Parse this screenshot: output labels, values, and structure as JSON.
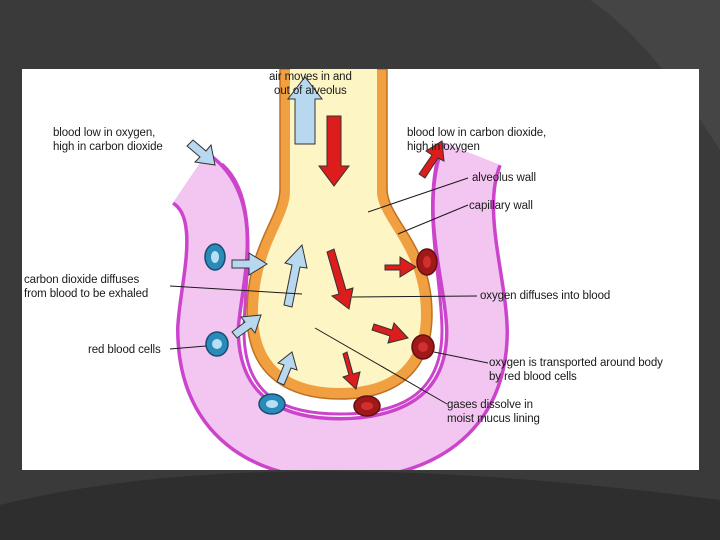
{
  "diagram": {
    "labels": {
      "air_flow": "air moves in and\nout of alveolus",
      "blood_in": "blood low in oxygen,\nhigh in carbon dioxide",
      "blood_out": "blood low in carbon dioxide,\nhigh in oxygen",
      "alveolus_wall": "alveolus wall",
      "capillary_wall": "capillary wall",
      "co2_diffuses": "carbon dioxide diffuses\nfrom blood to be exhaled",
      "o2_diffuses": "oxygen diffuses into blood",
      "red_blood_cells": "red blood cells",
      "o2_transported": "oxygen is transported around body\nby red blood cells",
      "gases_dissolve": "gases dissolve in\nmoist mucus lining"
    },
    "colors": {
      "capillary": "#f2c6f0",
      "capillary_edge": "#cc44cc",
      "alveolus_wall": "#f0a040",
      "alveolus_air": "#fdf5c4",
      "co2_arrow": "#b8d8f0",
      "o2_arrow": "#dd1c1c",
      "deoxy_cell": "#2a8ab8",
      "oxy_cell": "#a01818",
      "background": "#3a3a3a"
    }
  }
}
